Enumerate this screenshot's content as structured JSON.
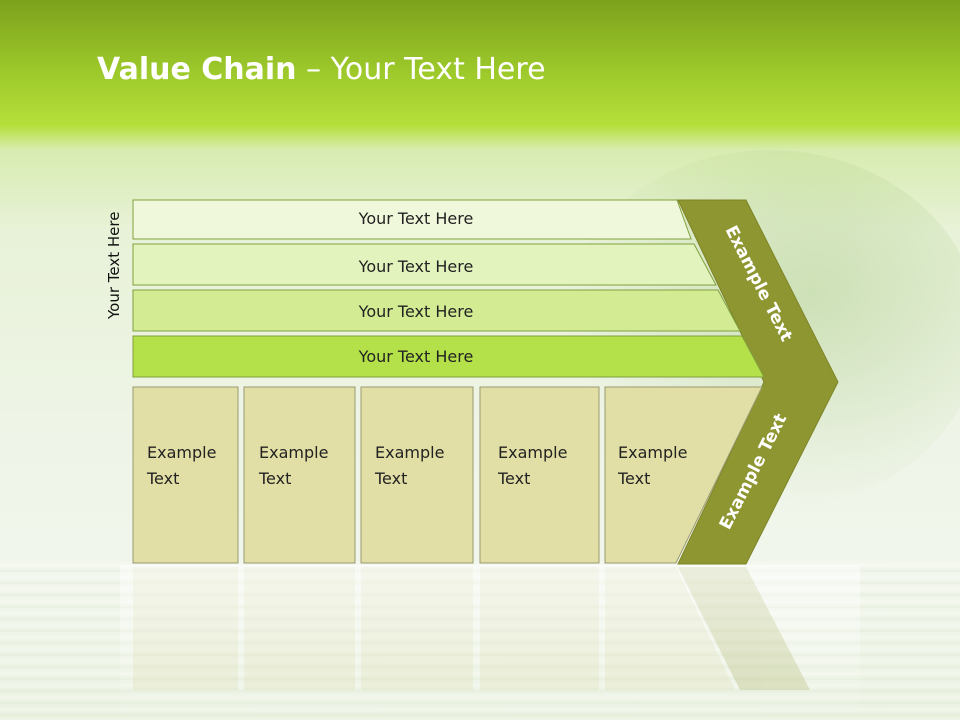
{
  "title": {
    "bold": "Value Chain",
    "rest": " – Your Text Here"
  },
  "side_label": "Your Text Here",
  "bars": [
    {
      "label": "Your Text Here",
      "color": "#f0f8dc"
    },
    {
      "label": "Your Text Here",
      "color": "#e3f3bd"
    },
    {
      "label": "Your Text Here",
      "color": "#d3ec93"
    },
    {
      "label": "Your Text Here",
      "color": "#b4e04a"
    }
  ],
  "boxes": [
    {
      "line1": "Example",
      "line2": "Text"
    },
    {
      "line1": "Example",
      "line2": "Text"
    },
    {
      "line1": "Example",
      "line2": "Text"
    },
    {
      "line1": "Example",
      "line2": "Text"
    },
    {
      "line1": "Example",
      "line2": "Text"
    }
  ],
  "chevron": {
    "top_label": "Example Text",
    "bottom_label": "Example Text",
    "color": "#8e9631"
  },
  "colors": {
    "box_fill": "#e1dfa5",
    "bar_stroke": "#7fa03c",
    "box_stroke": "#9a9a70"
  }
}
